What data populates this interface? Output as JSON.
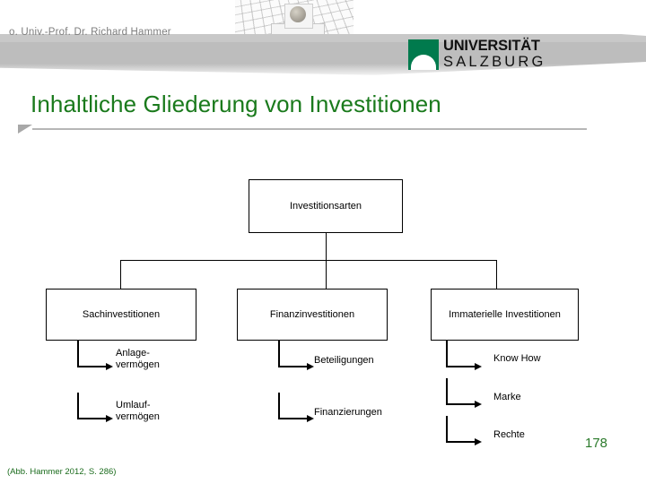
{
  "header": {
    "presenter": "o. Univ.-Prof. Dr. Richard Hammer",
    "logo": {
      "line1": "UNIVERSITÄT",
      "line2": "SALZBURG",
      "mark_color": "#007a4d"
    },
    "photo_alt": "monument-photo"
  },
  "slide": {
    "title": "Inhaltliche Gliederung von Investitionen",
    "title_color": "#1a7a1c",
    "page_number": "178",
    "source_note": "(Abb. Hammer 2012, S. 286)"
  },
  "chart_data": {
    "type": "diagram",
    "title": "Inhaltliche Gliederung von Investitionen",
    "root": "Investitionsarten",
    "branches": [
      {
        "label": "Sachinvestitionen",
        "leaves": [
          "Anlage-\nvermögen",
          "Umlauf-\nvermögen"
        ]
      },
      {
        "label": "Finanzinvestitionen",
        "leaves": [
          "Beteiligungen",
          "Finanzierungen"
        ]
      },
      {
        "label": "Immaterielle Investitionen",
        "leaves": [
          "Know How",
          "Marke",
          "Rechte"
        ]
      }
    ]
  },
  "nodes": {
    "root": "Investitionsarten",
    "b1": "Sachinvestitionen",
    "b2": "Finanzinvestitionen",
    "b3": "Immaterielle Investitionen",
    "l1a_1": "Anlage-",
    "l1a_2": "vermögen",
    "l1b_1": "Umlauf-",
    "l1b_2": "vermögen",
    "l2a": "Beteiligungen",
    "l2b": "Finanzierungen",
    "l3a": "Know How",
    "l3b": "Marke",
    "l3c": "Rechte"
  }
}
